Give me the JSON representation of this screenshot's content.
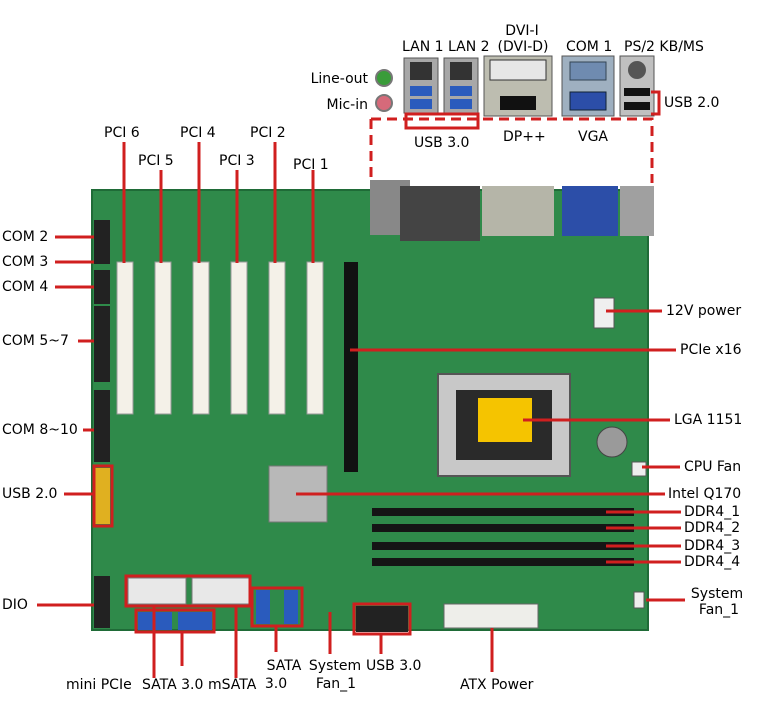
{
  "colors": {
    "pcb": "#2f8a4a",
    "pcb_dark": "#1f6b37",
    "callout": "#d01f1f",
    "slot": "#f4f1e8",
    "dimm": "#151515",
    "text": "#000000"
  },
  "labels": {
    "lan1": "LAN 1",
    "lan2": "LAN 2",
    "dvi_line1": "DVI-I",
    "dvi_line2": "(DVI-D)",
    "com1": "COM 1",
    "ps2": "PS/2 KB/MS",
    "line_out": "Line-out",
    "mic_in": "Mic-in",
    "usb20_top": "USB 2.0",
    "usb30_top": "USB 3.0",
    "dpp": "DP++",
    "vga": "VGA",
    "pci6": "PCI 6",
    "pci5": "PCI 5",
    "pci4": "PCI 4",
    "pci3": "PCI 3",
    "pci2": "PCI 2",
    "pci1": "PCI 1",
    "com2": "COM 2",
    "com3": "COM 3",
    "com4": "COM 4",
    "com5_7": "COM 5~7",
    "com8_10": "COM 8~10",
    "usb20_left": "USB 2.0",
    "dio": "DIO",
    "power12v": "12V power",
    "pcie16": "PCIe x16",
    "lga1151": "LGA 1151",
    "cpufan": "CPU Fan",
    "q170": "Intel Q170",
    "ddr4_1": "DDR4_1",
    "ddr4_2": "DDR4_2",
    "ddr4_3": "DDR4_3",
    "ddr4_4": "DDR4_4",
    "sysfan_r_line1": "System",
    "sysfan_r_line2": "Fan_1",
    "mini_pcie": "mini PCIe",
    "sata30_a": "SATA 3.0",
    "msata": "mSATA",
    "sata30_b_line1": "SATA",
    "sata30_b_line2": "3.0",
    "sysfan_b_line1": "System",
    "sysfan_b_line2": "Fan_1",
    "usb30_bottom": "USB 3.0",
    "atx": "ATX Power"
  }
}
